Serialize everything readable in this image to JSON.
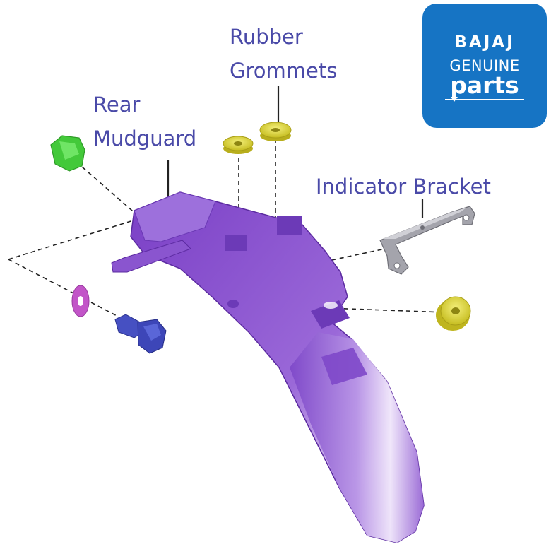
{
  "labels": {
    "rubber_grommets": [
      "Rubber",
      "Grommets"
    ],
    "rear_mudguard": [
      "Rear",
      "Mudguard"
    ],
    "indicator_bracket": "Indicator Bracket"
  },
  "logo": {
    "brand": "BAJAJ",
    "line1": "GENUINE",
    "line2": "parts"
  },
  "colors": {
    "label_text": "#4a4aa8",
    "logo_bg": "#1674c4",
    "mudguard": "#8a55cf",
    "grommet": "#d9d23a",
    "clip": "#42c83a",
    "washer": "#c055c8",
    "bolt": "#3d46b8",
    "bracket": "#9a9aa2"
  },
  "icons": [
    "mudguard-part",
    "rubber-grommet-part",
    "green-clip-part",
    "washer-part",
    "bolt-part",
    "indicator-bracket-part"
  ]
}
